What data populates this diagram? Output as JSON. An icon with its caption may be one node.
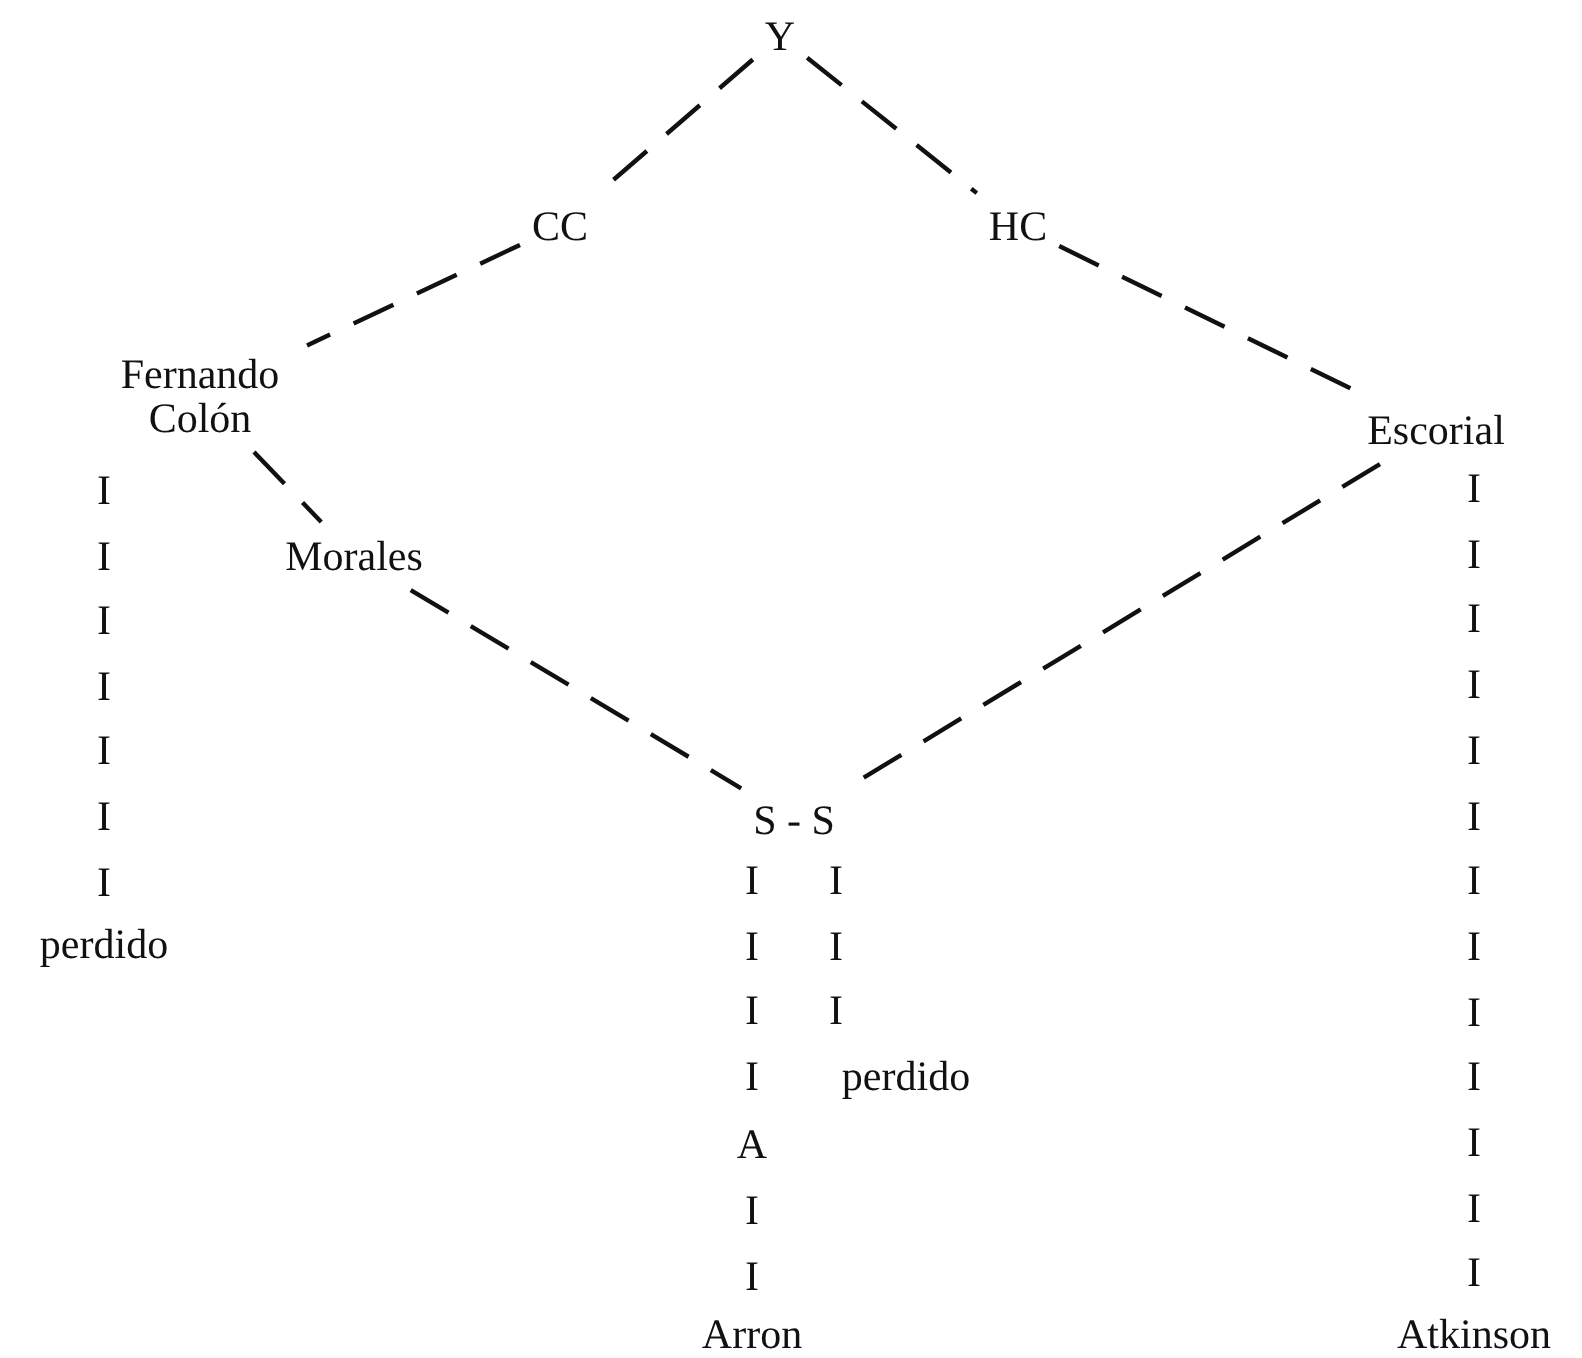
{
  "diagram": {
    "nodes": [
      {
        "text": [
          "Y"
        ]
      },
      {
        "text": [
          "CC"
        ]
      },
      {
        "text": [
          "HC"
        ]
      },
      {
        "text": [
          "Fernando Colón"
        ]
      },
      {
        "text": [
          "Escorial"
        ]
      },
      {
        "text": [
          "Morales"
        ]
      },
      {
        "text": [
          "S - S"
        ]
      },
      {
        "text": [
          "perdido"
        ]
      },
      {
        "text": [
          "perdido"
        ]
      },
      {
        "text": [
          "A"
        ]
      },
      {
        "text": [
          "Arron"
        ]
      },
      {
        "text": [
          "Atkinson"
        ]
      }
    ],
    "edges": [
      {
        "from": 0,
        "to": 1,
        "arrow": "none",
        "style": "dashed"
      },
      {
        "from": 0,
        "to": 2,
        "arrow": "none",
        "style": "dashed"
      },
      {
        "from": 1,
        "to": 3,
        "arrow": "none",
        "style": "dashed"
      },
      {
        "from": 2,
        "to": 4,
        "arrow": "none",
        "style": "dashed"
      },
      {
        "from": 3,
        "to": 5,
        "arrow": "none",
        "style": "dashed"
      },
      {
        "from": 5,
        "to": 6,
        "arrow": "none",
        "style": "dashed"
      },
      {
        "from": 4,
        "to": 6,
        "arrow": "none",
        "style": "dashed"
      }
    ],
    "labels": [
      "I",
      "I",
      "I",
      "I",
      "I",
      "I",
      "I",
      "I",
      "I",
      "I",
      "I",
      "I",
      "I",
      "I",
      "I",
      "I",
      "I",
      "I",
      "I",
      "I",
      "I",
      "I",
      "I",
      "I",
      "I",
      "I",
      "I",
      "I",
      "I"
    ]
  }
}
